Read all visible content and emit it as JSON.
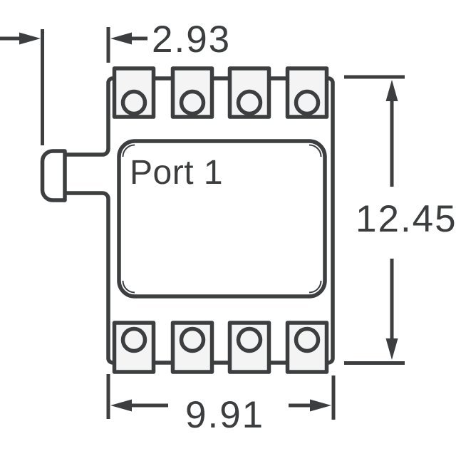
{
  "drawing": {
    "type": "component-package-dimension-diagram",
    "port_label": "Port 1",
    "dimensions": {
      "port_protrusion": "2.93",
      "body_height": "12.45",
      "body_width": "9.91"
    },
    "pins": {
      "top_pad_count": 4,
      "bottom_pad_count": 4
    },
    "colors": {
      "line": "#3c3e3f",
      "text": "#3b3d3e",
      "pad_fill": "#f4f4f4",
      "body_fill": "#ffffff",
      "background": "#ffffff"
    }
  }
}
